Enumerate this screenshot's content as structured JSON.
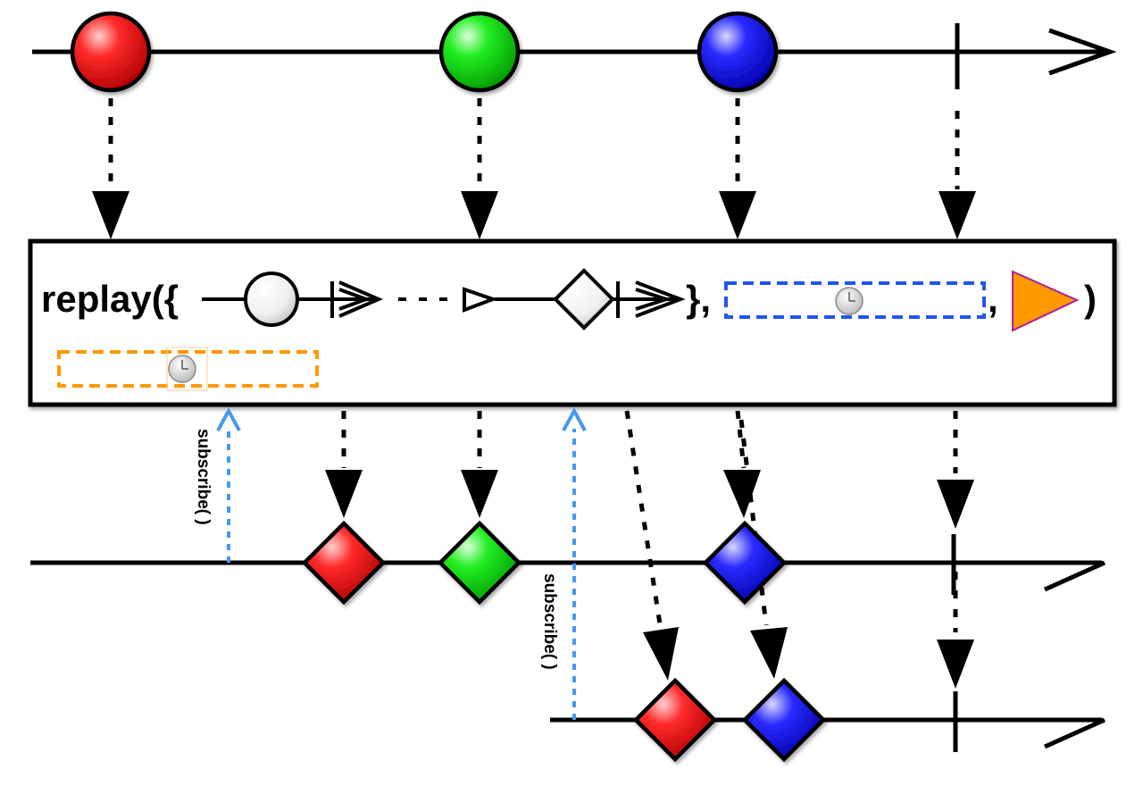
{
  "operator": {
    "name": "replay",
    "open": "replay({",
    "close_brace": "},",
    "separator": ",",
    "close_paren": ")"
  },
  "subscribe_labels": [
    "subscribe( )",
    "subscribe( )"
  ],
  "colors": {
    "red": "#ff0000",
    "green": "#00ee00",
    "blue": "#0000ff",
    "subscribe_arrow": "#4499ee",
    "orange": "#ff9900",
    "dashed_blue_box": "#2255ee",
    "triangle_outline": "#aa2299"
  },
  "source_stream": {
    "items": [
      {
        "shape": "circle",
        "color": "red"
      },
      {
        "shape": "circle",
        "color": "green"
      },
      {
        "shape": "circle",
        "color": "blue"
      }
    ],
    "completes": true
  },
  "output_streams": [
    {
      "subscribed": "before-first-emission",
      "items": [
        {
          "shape": "diamond",
          "color": "red"
        },
        {
          "shape": "diamond",
          "color": "green"
        },
        {
          "shape": "diamond",
          "color": "blue"
        }
      ],
      "completes": true
    },
    {
      "subscribed": "after-second-emission",
      "items": [
        {
          "shape": "diamond",
          "color": "red"
        },
        {
          "shape": "diamond",
          "color": "blue"
        }
      ],
      "completes": true
    }
  ],
  "icons": {
    "clock": "clock-icon",
    "trigger": "play-triangle-icon"
  }
}
